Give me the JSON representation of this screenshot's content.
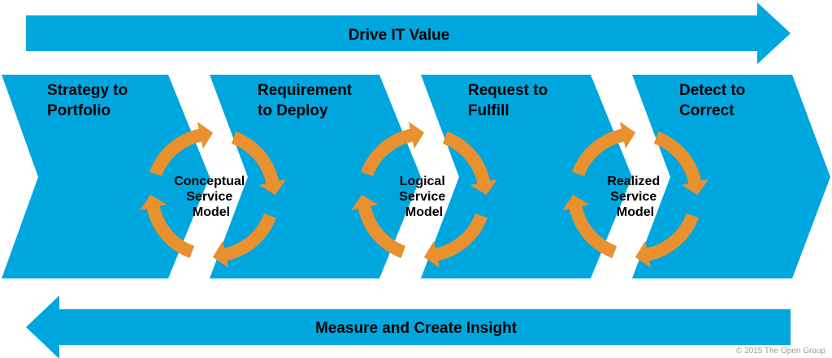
{
  "top_arrow": {
    "label": "Drive IT Value"
  },
  "bottom_arrow": {
    "label": "Measure and Create Insight"
  },
  "stages": [
    {
      "lines": [
        "Strategy to",
        "Portfolio"
      ]
    },
    {
      "lines": [
        "Requirement",
        "to Deploy"
      ]
    },
    {
      "lines": [
        "Request to",
        "Fulfill"
      ]
    },
    {
      "lines": [
        "Detect to",
        "Correct"
      ]
    }
  ],
  "cycles": [
    {
      "lines": [
        "Conceptual",
        "Service",
        "Model"
      ]
    },
    {
      "lines": [
        "Logical",
        "Service",
        "Model"
      ]
    },
    {
      "lines": [
        "Realized",
        "Service",
        "Model"
      ]
    }
  ],
  "copyright": "© 2015 The Open Group",
  "colors": {
    "blue": "#00A6DE",
    "orange": "#E8912E",
    "white": "#FFFFFF",
    "text": "#000000"
  }
}
